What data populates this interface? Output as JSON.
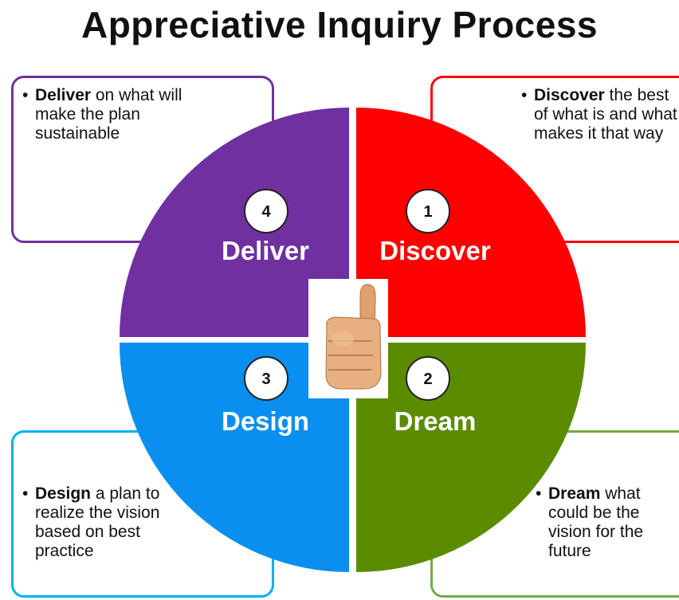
{
  "title": "Appreciative Inquiry Process",
  "bullet": "•",
  "quadrants": [
    {
      "number": "1",
      "label": "Discover",
      "color": "#ff0000",
      "keyword": "Discover",
      "description": " the best of what is and what makes it that way"
    },
    {
      "number": "2",
      "label": "Dream",
      "color": "#5b8c00",
      "keyword": "Dream",
      "description": " what could be the vision for the future"
    },
    {
      "number": "3",
      "label": "Design",
      "color": "#0a8ff0",
      "keyword": "Design",
      "description": " a plan to realize the vision based on best practice"
    },
    {
      "number": "4",
      "label": "Deliver",
      "color": "#7030a0",
      "keyword": "Deliver",
      "description": " on what will make the plan sustainable"
    }
  ],
  "center_icon": "thumbs-up-icon"
}
